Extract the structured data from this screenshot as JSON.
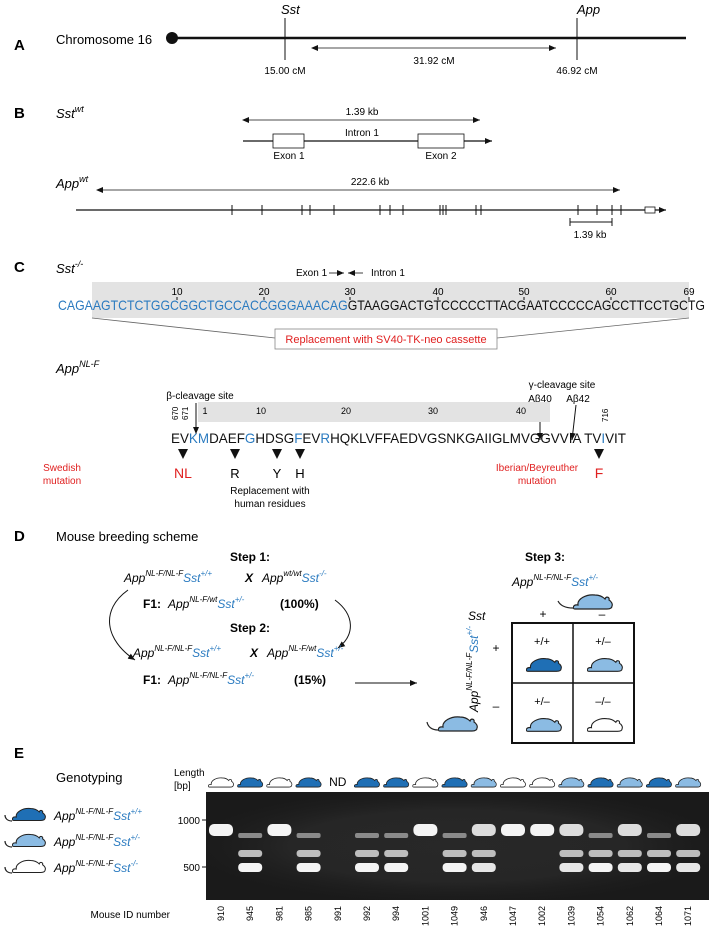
{
  "colors": {
    "accent_blue": "#2b7bc0",
    "mutation_red": "#e02020",
    "mouse_dark": "#1f6fb5",
    "mouse_light": "#8bbbe3",
    "mouse_white": "#ffffff",
    "gel_band": "#f2f2f2"
  },
  "panelA": {
    "letter": "A",
    "chromosome": "Chromosome 16",
    "sst_label": "Sst",
    "app_label": "App",
    "sst_pos": "15.00 cM",
    "app_pos": "46.92 cM",
    "distance": "31.92 cM"
  },
  "panelB": {
    "letter": "B",
    "sst_gene": "Sst",
    "sst_sup": "wt",
    "sst_span": "1.39 kb",
    "intron": "Intron 1",
    "exon1": "Exon 1",
    "exon2": "Exon 2",
    "app_gene": "App",
    "app_sup": "wt",
    "app_span": "222.6 kb",
    "scale": "1.39 kb"
  },
  "panelC": {
    "letter": "C",
    "sst_gene": "Sst",
    "sst_sup": "-/-",
    "exon_label": "Exon 1",
    "intron_label": "Intron 1",
    "ticks": [
      "10",
      "20",
      "30",
      "40",
      "50",
      "60",
      "69"
    ],
    "seq_blue": "CAGAAGTCTCTGGCGGCTGCCACCGGGAAACAG",
    "seq_black": "GTAAGGACTGTCCCCCTTACGAATCCCCCAGCCTTCCTGCTG",
    "replacement": "Replacement with SV40-TK-neo cassette",
    "app_gene": "App",
    "app_sup": "NL-F",
    "beta_site": "β-cleavage site",
    "gamma_site": "γ-cleavage site",
    "ab40": "Aβ40",
    "ab42": "Aβ42",
    "num_670": "670",
    "num_671": "671",
    "num_716": "716",
    "pep_ticks": [
      "1",
      "10",
      "20",
      "30",
      "40"
    ],
    "peptide": [
      {
        "t": "EV",
        "c": "k"
      },
      {
        "t": "KM",
        "c": "b"
      },
      {
        "t": "DAEF",
        "c": "k"
      },
      {
        "t": "G",
        "c": "b"
      },
      {
        "t": "HDSG",
        "c": "k"
      },
      {
        "t": "F",
        "c": "b"
      },
      {
        "t": "EV",
        "c": "k"
      },
      {
        "t": "R",
        "c": "b"
      },
      {
        "t": "HQKLVFFAEDVGSNKGAIIGLMVGGVV",
        "c": "k"
      },
      {
        "t": "IA",
        "c": "k"
      },
      {
        "t": " TV",
        "c": "k"
      },
      {
        "t": "I",
        "c": "b"
      },
      {
        "t": "VIT",
        "c": "k"
      }
    ],
    "swedish_sub": "NL",
    "swedish_label1": "Swedish",
    "swedish_label2": "mutation",
    "hum_R": "R",
    "hum_Y": "Y",
    "hum_H": "H",
    "human_label1": "Replacement with",
    "human_label2": "human residues",
    "iberian_label1": "Iberian/Beyreuther",
    "iberian_label2": "mutation",
    "iberian_sub": "F"
  },
  "panelD": {
    "letter": "D",
    "title": "Mouse breeding scheme",
    "step1": "Step 1:",
    "step2": "Step 2:",
    "step3": "Step 3:",
    "app": "App",
    "sst": "Sst",
    "cross": "X",
    "f1": "F1:",
    "sup_nlf_nlf": "NL-F/NL-F",
    "sup_wt_wt": "wt/wt",
    "sup_nlf_wt": "NL-F/wt",
    "sup_pp": "+/+",
    "sup_mm": "-/-",
    "sup_pm": "+/-",
    "pct100": "(100%)",
    "pct15": "(15%)",
    "plus": "+",
    "minus": "–",
    "cell_pp": "+/+",
    "cell_pm1": "+/–",
    "cell_pm2": "+/–",
    "cell_mm": "–/–"
  },
  "panelE": {
    "letter": "E",
    "title": "Genotyping",
    "length": "Length",
    "bp": "[bp]",
    "marker_1000": "1000",
    "marker_500": "500",
    "nd": "ND",
    "mouse_id_label": "Mouse ID number",
    "legend": [
      {
        "app": "App",
        "sup": "NL-F/NL-F",
        "sst": "Sst",
        "gt": "+/+",
        "mouse": "dark"
      },
      {
        "app": "App",
        "sup": "NL-F/NL-F",
        "sst": "Sst",
        "gt": "+/-",
        "mouse": "light"
      },
      {
        "app": "App",
        "sup": "NL-F/NL-F",
        "sst": "Sst",
        "gt": "-/-",
        "mouse": "white"
      }
    ],
    "lanes": [
      {
        "id": "910",
        "g": "white"
      },
      {
        "id": "945",
        "g": "dark"
      },
      {
        "id": "981",
        "g": "white"
      },
      {
        "id": "985",
        "g": "dark"
      },
      {
        "id": "991",
        "g": "nd"
      },
      {
        "id": "992",
        "g": "dark"
      },
      {
        "id": "994",
        "g": "dark"
      },
      {
        "id": "1001",
        "g": "white"
      },
      {
        "id": "1049",
        "g": "dark"
      },
      {
        "id": "946",
        "g": "light"
      },
      {
        "id": "1047",
        "g": "white"
      },
      {
        "id": "1002",
        "g": "white"
      },
      {
        "id": "1039",
        "g": "light"
      },
      {
        "id": "1054",
        "g": "dark"
      },
      {
        "id": "1062",
        "g": "light"
      },
      {
        "id": "1064",
        "g": "dark"
      },
      {
        "id": "1071",
        "g": "light"
      }
    ]
  }
}
